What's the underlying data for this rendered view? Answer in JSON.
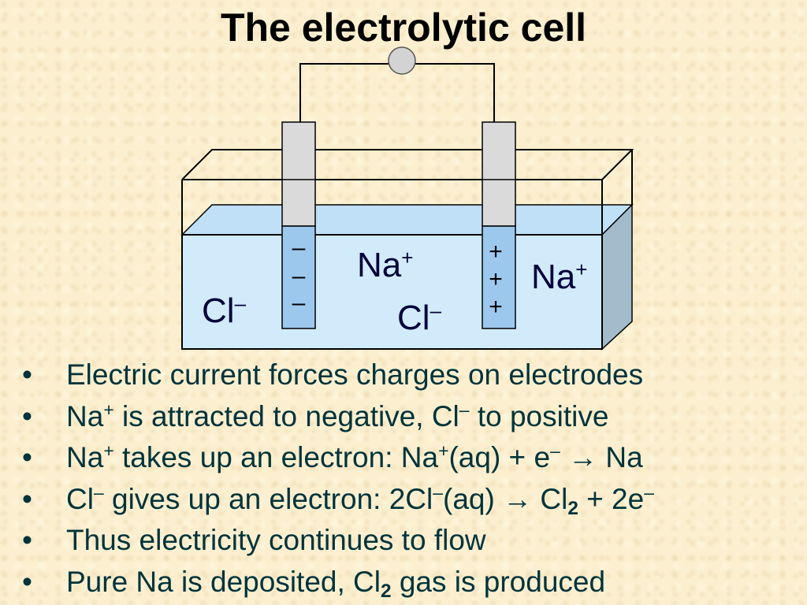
{
  "title": "The electrolytic cell",
  "diagram": {
    "labels": {
      "na_left": "Na",
      "na_right": "Na",
      "cl_left": "Cl",
      "cl_middle": "Cl",
      "plus_charge": "+",
      "minus_charge": "–"
    },
    "cathode_signs": [
      "–",
      "–",
      "–"
    ],
    "anode_signs": [
      "+",
      "+",
      "+"
    ],
    "colors": {
      "solution": "#d2ebfb",
      "solution_top": "#c0e0f7",
      "solution_side": "#a3bccb",
      "electrode": "#dadada",
      "electrode_immersed": "#9cc8ee",
      "battery": "#d3d3d3"
    }
  },
  "bullets": [
    {
      "parts": [
        {
          "text": "Electric current forces charges on electrodes"
        }
      ]
    },
    {
      "parts": [
        {
          "text": "Na"
        },
        {
          "text": "+",
          "sup": true
        },
        {
          "text": " is attracted to negative, Cl"
        },
        {
          "text": "–",
          "sup": true
        },
        {
          "text": " to positive"
        }
      ]
    },
    {
      "parts": [
        {
          "text": "Na"
        },
        {
          "text": "+",
          "sup": true
        },
        {
          "text": " takes up an electron: Na"
        },
        {
          "text": "+",
          "sup": true
        },
        {
          "text": "(aq) + e"
        },
        {
          "text": "–",
          "sup": true
        },
        {
          "text": " → Na"
        }
      ]
    },
    {
      "parts": [
        {
          "text": "Cl"
        },
        {
          "text": "–",
          "sup": true
        },
        {
          "text": " gives up an electron: 2Cl"
        },
        {
          "text": "–",
          "sup": true
        },
        {
          "text": "(aq) → Cl"
        },
        {
          "text": "2",
          "sub": true
        },
        {
          "text": " + 2e"
        },
        {
          "text": "–",
          "sup": true
        }
      ]
    },
    {
      "parts": [
        {
          "text": "Thus electricity continues to flow"
        }
      ]
    },
    {
      "parts": [
        {
          "text": "Pure Na is deposited, Cl"
        },
        {
          "text": "2",
          "sub": true
        },
        {
          "text": " gas is produced"
        }
      ]
    }
  ]
}
